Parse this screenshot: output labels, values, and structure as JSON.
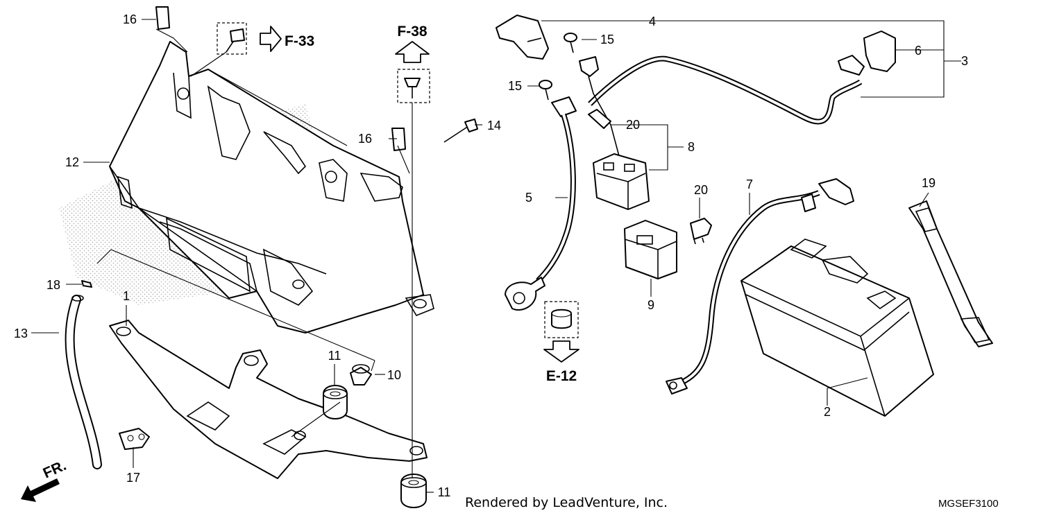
{
  "callouts": {
    "c1": "1",
    "c2": "2",
    "c3": "3",
    "c4": "4",
    "c5": "5",
    "c6": "6",
    "c7": "7",
    "c8": "8",
    "c9": "9",
    "c10": "10",
    "c11a": "11",
    "c11b": "11",
    "c12": "12",
    "c13": "13",
    "c14": "14",
    "c15a": "15",
    "c15b": "15",
    "c16a": "16",
    "c16b": "16",
    "c17": "17",
    "c18": "18",
    "c19": "19",
    "c20a": "20",
    "c20b": "20"
  },
  "references": {
    "f33": "F-33",
    "f38": "F-38",
    "e12": "E-12",
    "front": "FR."
  },
  "footer": {
    "rendered_by": "Rendered by LeadVenture, Inc.",
    "diagram_code": "MGSEF3100"
  }
}
